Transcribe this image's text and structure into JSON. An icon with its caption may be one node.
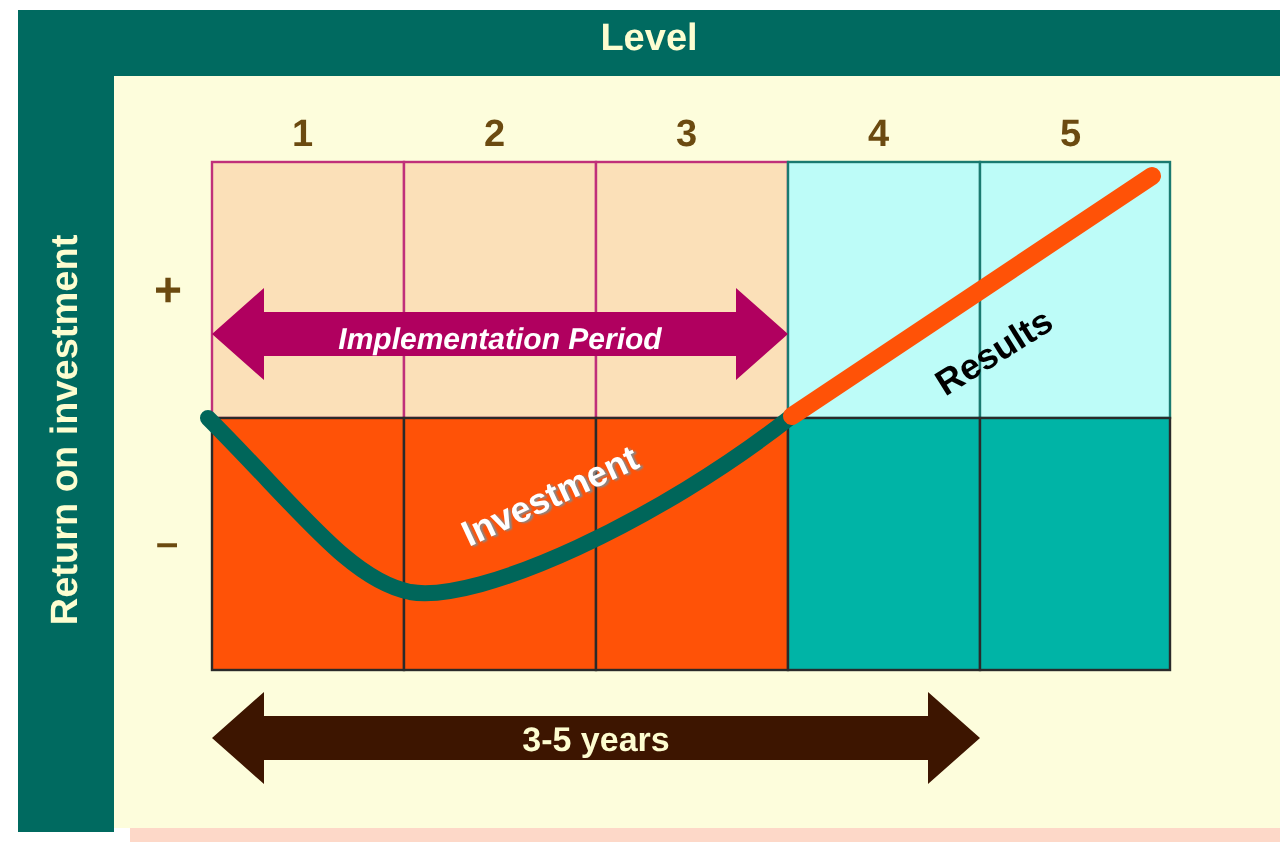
{
  "diagram": {
    "title": "Level",
    "labels": [
      "1",
      "2",
      "3",
      "4",
      "5",
      "Return on investment",
      "+",
      "Implementation Period",
      "Results",
      "Investment",
      "–",
      "3-5 years"
    ]
  }
}
